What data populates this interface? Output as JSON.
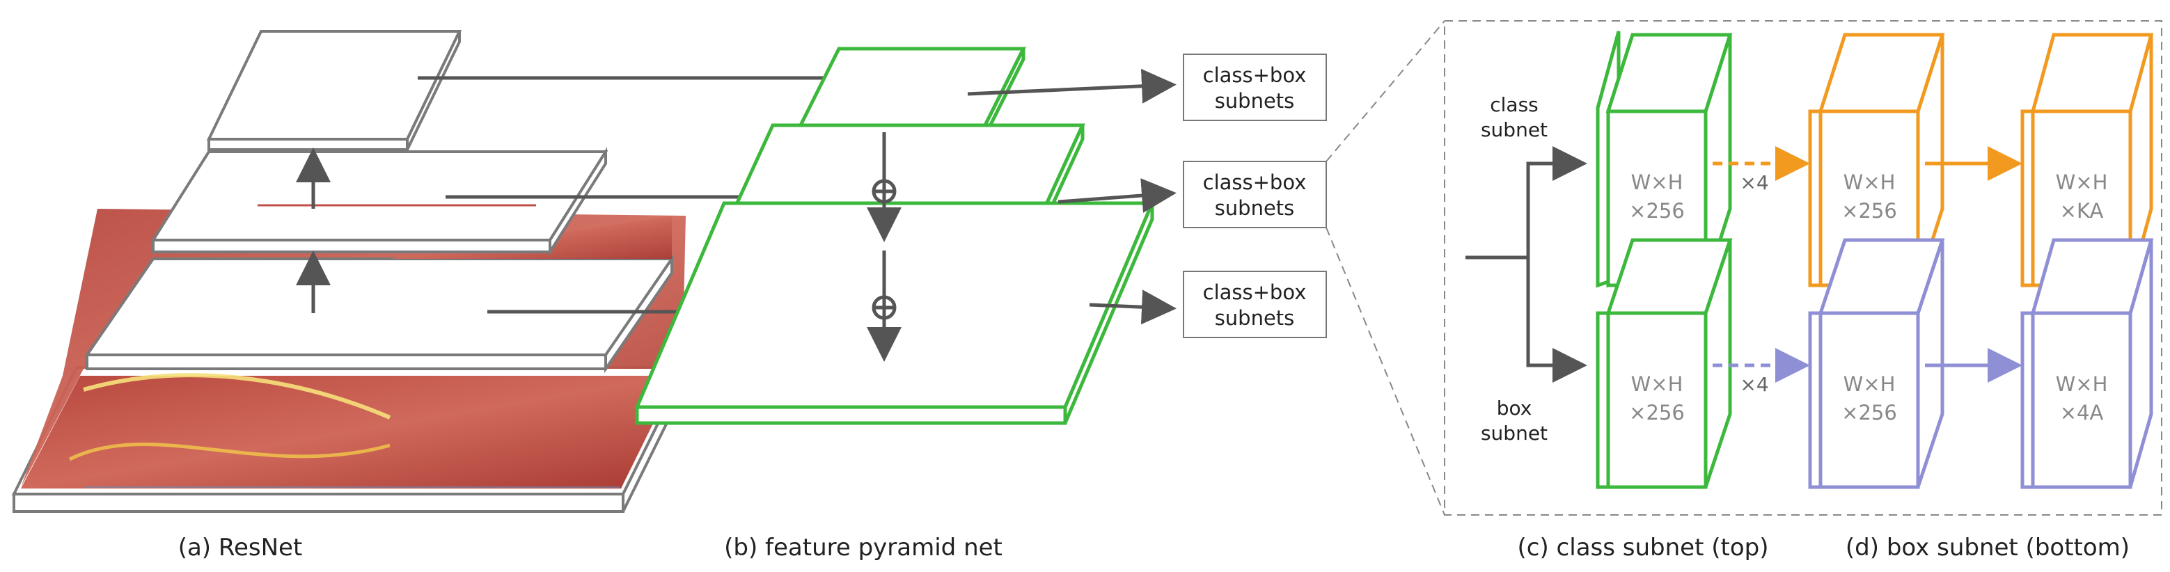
{
  "captions": {
    "resnet": "(a) ResNet",
    "fpn": "(b) feature pyramid net",
    "class_subnet": "(c) class subnet (top)",
    "box_subnet": "(d) box subnet (bottom)"
  },
  "subnet_boxes": [
    {
      "line1": "class+box",
      "line2": "subnets"
    },
    {
      "line1": "class+box",
      "line2": "subnets"
    },
    {
      "line1": "class+box",
      "line2": "subnets"
    }
  ],
  "branch_labels": {
    "class": {
      "line1": "class",
      "line2": "subnet"
    },
    "box": {
      "line1": "box",
      "line2": "subnet"
    }
  },
  "repeat_label": "×4",
  "class_layers": [
    {
      "line1": "W×H",
      "line2": "×256"
    },
    {
      "line1": "W×H",
      "line2": "×256"
    },
    {
      "line1": "W×H",
      "line2": "×KA"
    }
  ],
  "box_layers": [
    {
      "line1": "W×H",
      "line2": "×256"
    },
    {
      "line1": "W×H",
      "line2": "×256"
    },
    {
      "line1": "W×H",
      "line2": "×4A"
    }
  ],
  "colors": {
    "resnet_plane": "#7a7a7a",
    "fpn_green": "#3cb83c",
    "class_orange": "#f29a1f",
    "box_blue": "#8f8fd6",
    "arrow_gray": "#555555",
    "heatmap_red": "#c0504a"
  }
}
